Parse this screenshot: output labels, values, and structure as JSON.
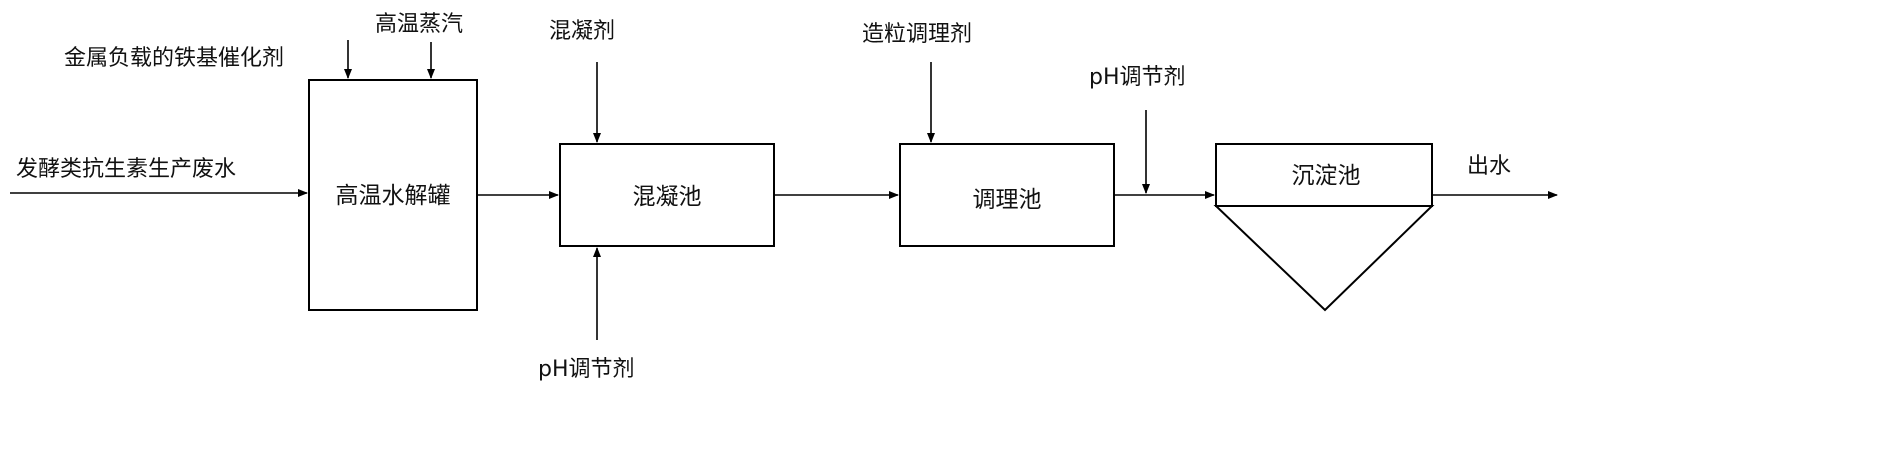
{
  "inputs": {
    "wastewater": "发酵类抗生素生产废水",
    "catalyst": "金属负载的铁基催化剂",
    "steam": "高温蒸汽",
    "coagulant": "混凝剂",
    "ph_agent_bottom": "pH调节剂",
    "granulation_agent": "造粒调理剂",
    "ph_agent_top": "pH调节剂"
  },
  "units": {
    "hydrolysis_tank": "高温水解罐",
    "coagulation_tank": "混凝池",
    "conditioning_tank": "调理池",
    "sedimentation_tank": "沉淀池"
  },
  "output": {
    "effluent": "出水"
  }
}
